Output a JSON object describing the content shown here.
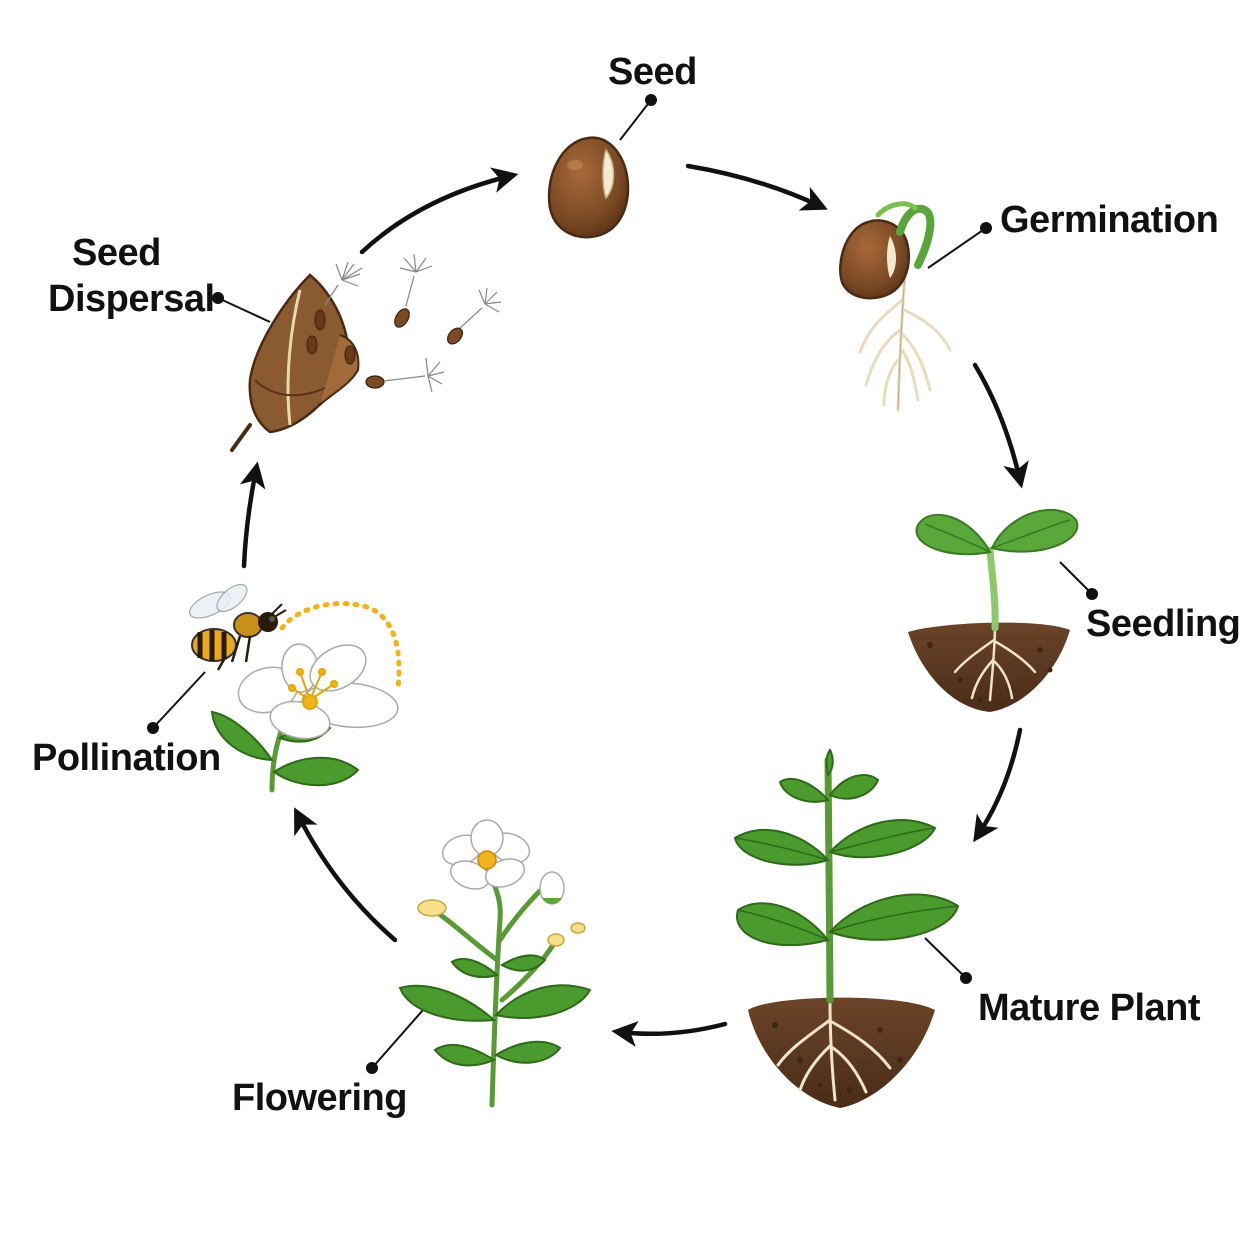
{
  "stages": {
    "seed": {
      "label": "Seed"
    },
    "germination": {
      "label": "Germination"
    },
    "seedling": {
      "label": "Seedling"
    },
    "mature_plant": {
      "label": "Mature Plant"
    },
    "flowering": {
      "label": "Flowering"
    },
    "pollination": {
      "label": "Pollination"
    },
    "seed_dispersal": {
      "label_line1": "Seed",
      "label_line2": "Dispersal"
    }
  },
  "colors": {
    "arrow": "#111111",
    "seed_brown": "#7a4a24",
    "leaf_green": "#4a9a2e",
    "soil": "#6b4428",
    "petal": "#ffffff",
    "pollen": "#f2b21a",
    "root": "#efe4c8"
  }
}
